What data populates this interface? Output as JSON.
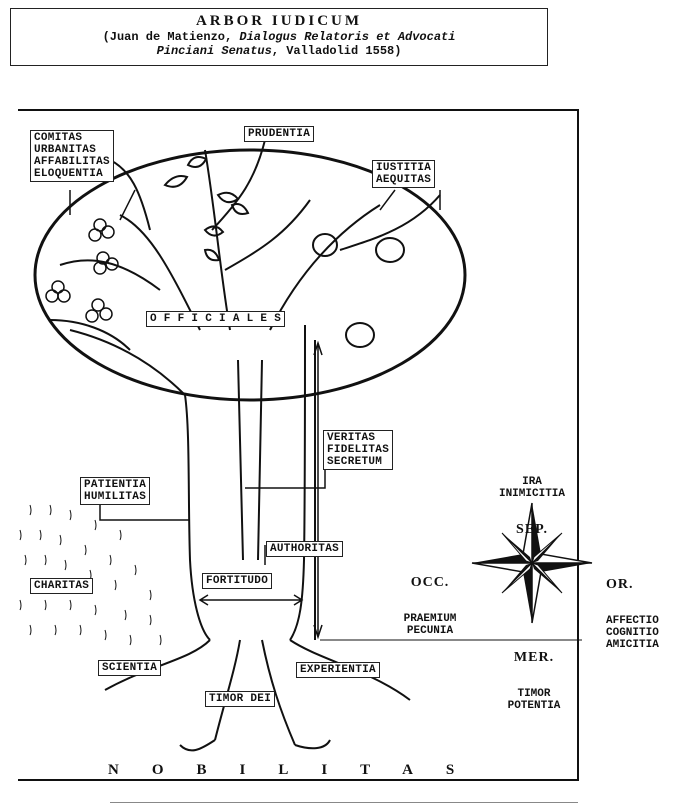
{
  "title": {
    "line1": "ARBOR  IUDICUM",
    "line2_prefix": "(Juan de Matienzo, ",
    "line2_italic": "Dialogus Relatoris et Advocati",
    "line3_italic": "Pinciani Senatus",
    "line3_suffix": ", Valladolid 1558)"
  },
  "labels": {
    "comitas": "COMITAS\nURBANITAS\nAFFABILITAS\nELOQUENTIA",
    "prudentia": "PRUDENTIA",
    "iustitia": "IUSTITIA\nAEQUITAS",
    "officiales": "O F F I C I A L E S",
    "veritas": "VERITAS\nFIDELITAS\nSECRETUM",
    "patientia": "PATIENTIA\nHUMILITAS",
    "authoritas": "AUTHORITAS",
    "fortitudo": "FORTITUDO",
    "charitas": "CHARITAS",
    "scientia": "SCIENTIA",
    "experientia": "EXPERIENTIA",
    "timor_dei": "TIMOR DEI",
    "nobilitas": "NOBILITAS"
  },
  "compass": {
    "north_text": "IRA\nINIMICITIA",
    "north_cardinal": "SEP.",
    "west_cardinal": "OCC.",
    "west_text": "PRAEMIUM\nPECUNIA",
    "east_cardinal": "OR.",
    "east_text": "AFFECTIO\nCOGNITIO\nAMICITIA",
    "south_cardinal": "MER.",
    "south_text": "TIMOR\nPOTENTIA"
  }
}
